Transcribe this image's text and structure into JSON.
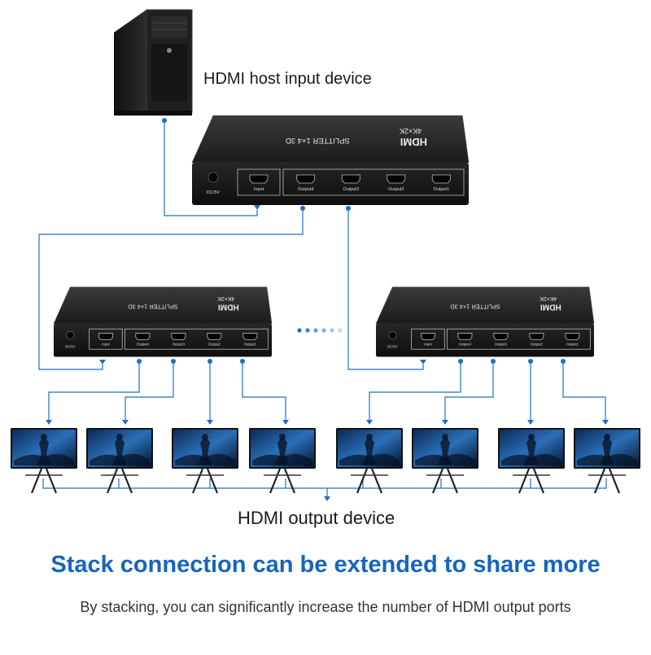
{
  "host_label": "HDMI host input device",
  "output_label": "HDMI output device",
  "headline": "Stack connection can be extended to share more",
  "subline": "By stacking, you can significantly increase the number of HDMI output ports",
  "splitter": {
    "brand": "HDMI",
    "resolution": "4K×2K",
    "model": "SPLITTER 1×4 3D",
    "power_label": "DC/5V",
    "input_label": "Input",
    "output_labels": [
      "Output4",
      "Output3",
      "Output2",
      "Output1"
    ]
  },
  "colors": {
    "line": "#1e6fc0",
    "headline": "#1565c0",
    "device_body": "#1c1c1c"
  },
  "icons": {
    "pc": "desktop-tower-icon",
    "monitor": "monitor-icon",
    "splitter": "hdmi-splitter-icon"
  }
}
